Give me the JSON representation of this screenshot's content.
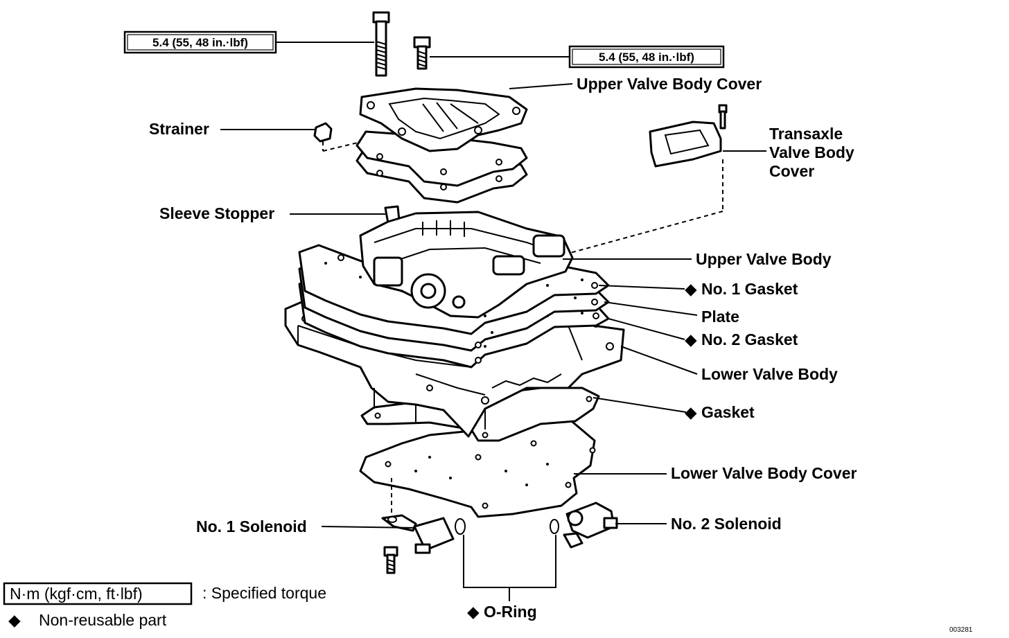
{
  "torque_callouts": [
    {
      "text": "5.4 (55, 48 in.·lbf)"
    },
    {
      "text": "5.4 (55, 48 in.·lbf)"
    }
  ],
  "labels": {
    "upper_valve_body_cover": "Upper Valve Body Cover",
    "strainer": "Strainer",
    "transaxle_line1": "Transaxle",
    "transaxle_line2": "Valve Body",
    "transaxle_line3": "Cover",
    "sleeve_stopper": "Sleeve Stopper",
    "upper_valve_body": "Upper Valve Body",
    "no1_gasket": "No. 1 Gasket",
    "plate": "Plate",
    "no2_gasket": "No. 2 Gasket",
    "lower_valve_body": "Lower Valve Body",
    "gasket": "Gasket",
    "lower_valve_body_cover": "Lower Valve Body Cover",
    "no1_solenoid": "No. 1 Solenoid",
    "no2_solenoid": "No. 2 Solenoid",
    "o_ring": "O-Ring"
  },
  "non_reusable_marker": "◆",
  "legend": {
    "torque_unit_box": "N·m (kgf·cm, ft·lbf)",
    "torque_meaning": ":  Specified torque",
    "marker": "◆",
    "marker_meaning": "Non-reusable part"
  },
  "figure_code": "003281"
}
